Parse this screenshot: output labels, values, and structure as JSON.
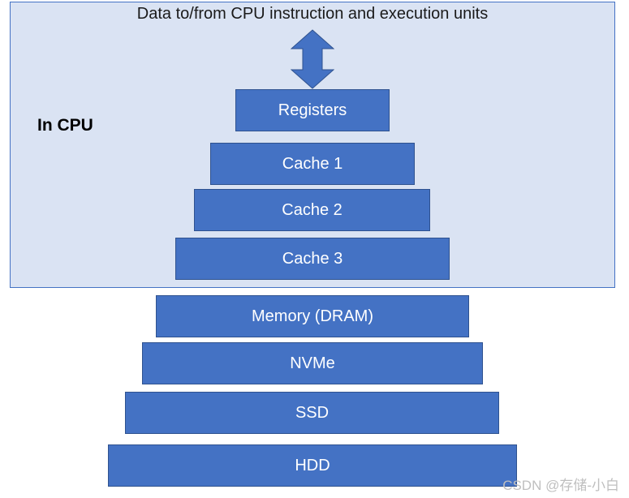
{
  "cpu_region": {
    "caption": "Data to/from CPU instruction and execution units",
    "label": "In CPU"
  },
  "tiers": [
    {
      "label": "Registers"
    },
    {
      "label": "Cache 1"
    },
    {
      "label": "Cache 2"
    },
    {
      "label": "Cache 3"
    },
    {
      "label": "Memory (DRAM)"
    },
    {
      "label": "NVMe"
    },
    {
      "label": "SSD"
    },
    {
      "label": "HDD"
    }
  ],
  "watermark": "CSDN @存储-小白",
  "colors": {
    "tier_fill": "#4472c4",
    "tier_border": "#2f528f",
    "cpu_region_fill": "#dae3f3",
    "arrow_fill": "#4472c4"
  }
}
